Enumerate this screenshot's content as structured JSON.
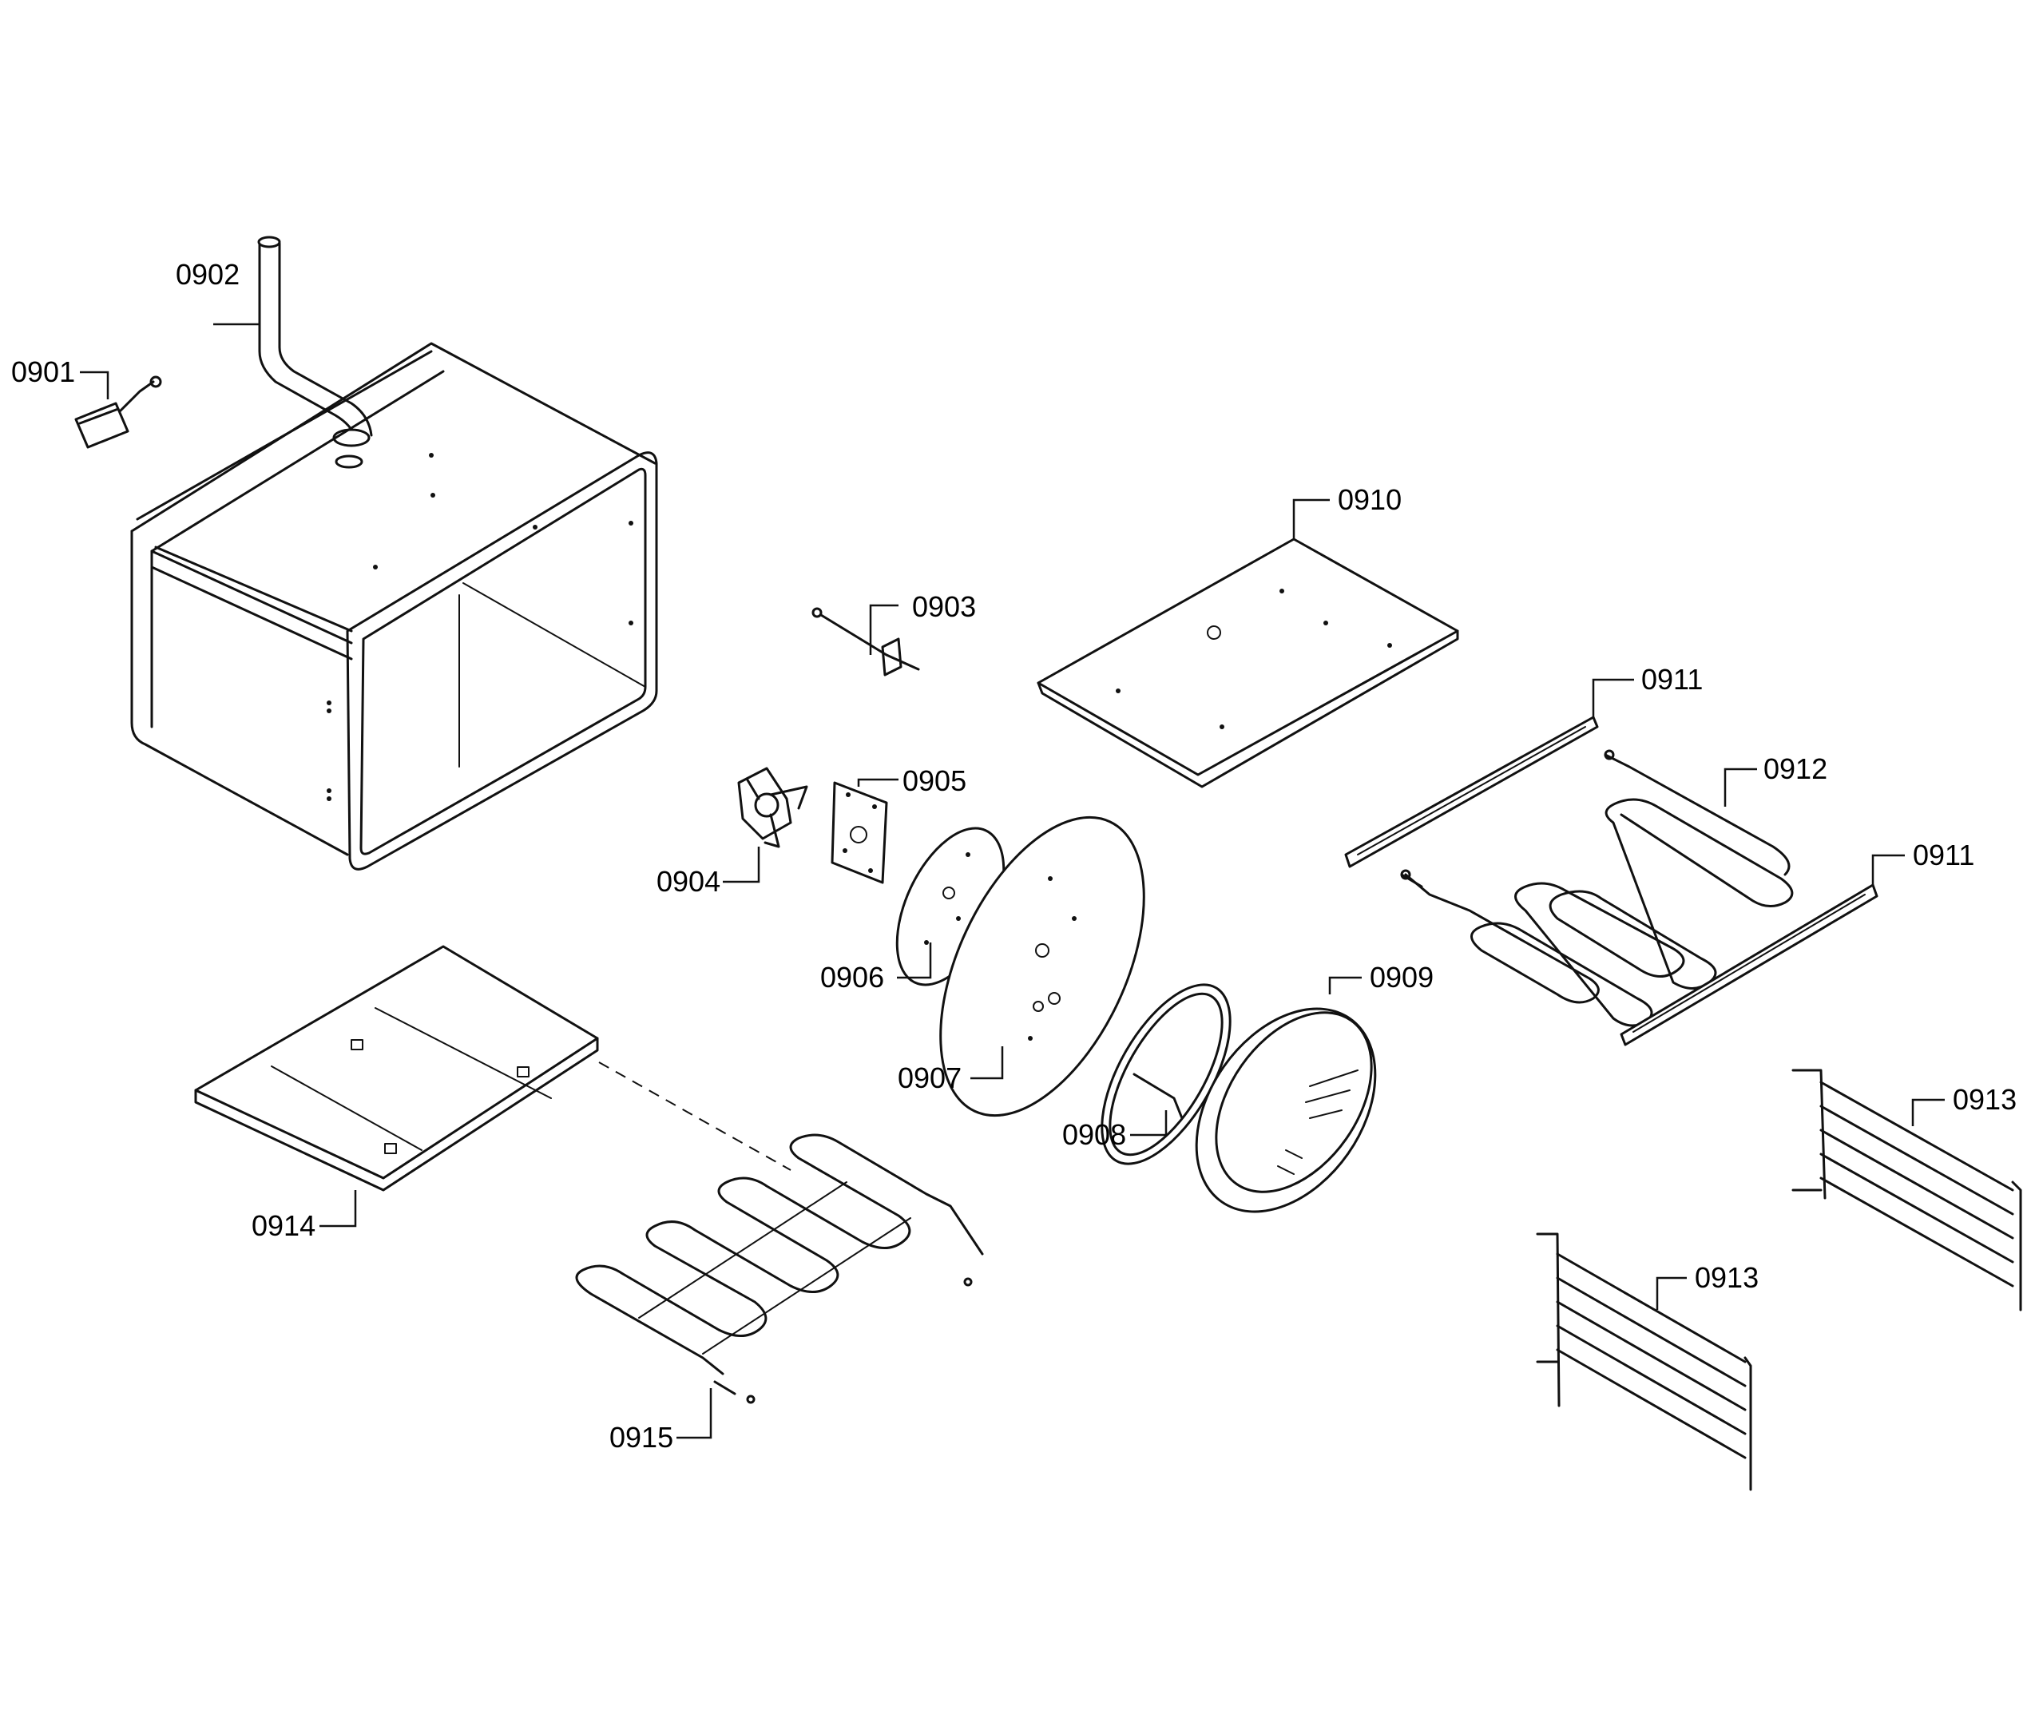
{
  "diagram": {
    "callouts": [
      {
        "id": "c0901",
        "text": "0901"
      },
      {
        "id": "c0902",
        "text": "0902"
      },
      {
        "id": "c0903",
        "text": "0903"
      },
      {
        "id": "c0904",
        "text": "0904"
      },
      {
        "id": "c0905",
        "text": "0905"
      },
      {
        "id": "c0906",
        "text": "0906"
      },
      {
        "id": "c0907",
        "text": "0907"
      },
      {
        "id": "c0908",
        "text": "0908"
      },
      {
        "id": "c0909",
        "text": "0909"
      },
      {
        "id": "c0910",
        "text": "0910"
      },
      {
        "id": "c0911a",
        "text": "0911"
      },
      {
        "id": "c0912",
        "text": "0912"
      },
      {
        "id": "c0911b",
        "text": "0911"
      },
      {
        "id": "c0913a",
        "text": "0913"
      },
      {
        "id": "c0913b",
        "text": "0913"
      },
      {
        "id": "c0914",
        "text": "0914"
      },
      {
        "id": "c0915",
        "text": "0915"
      }
    ]
  }
}
